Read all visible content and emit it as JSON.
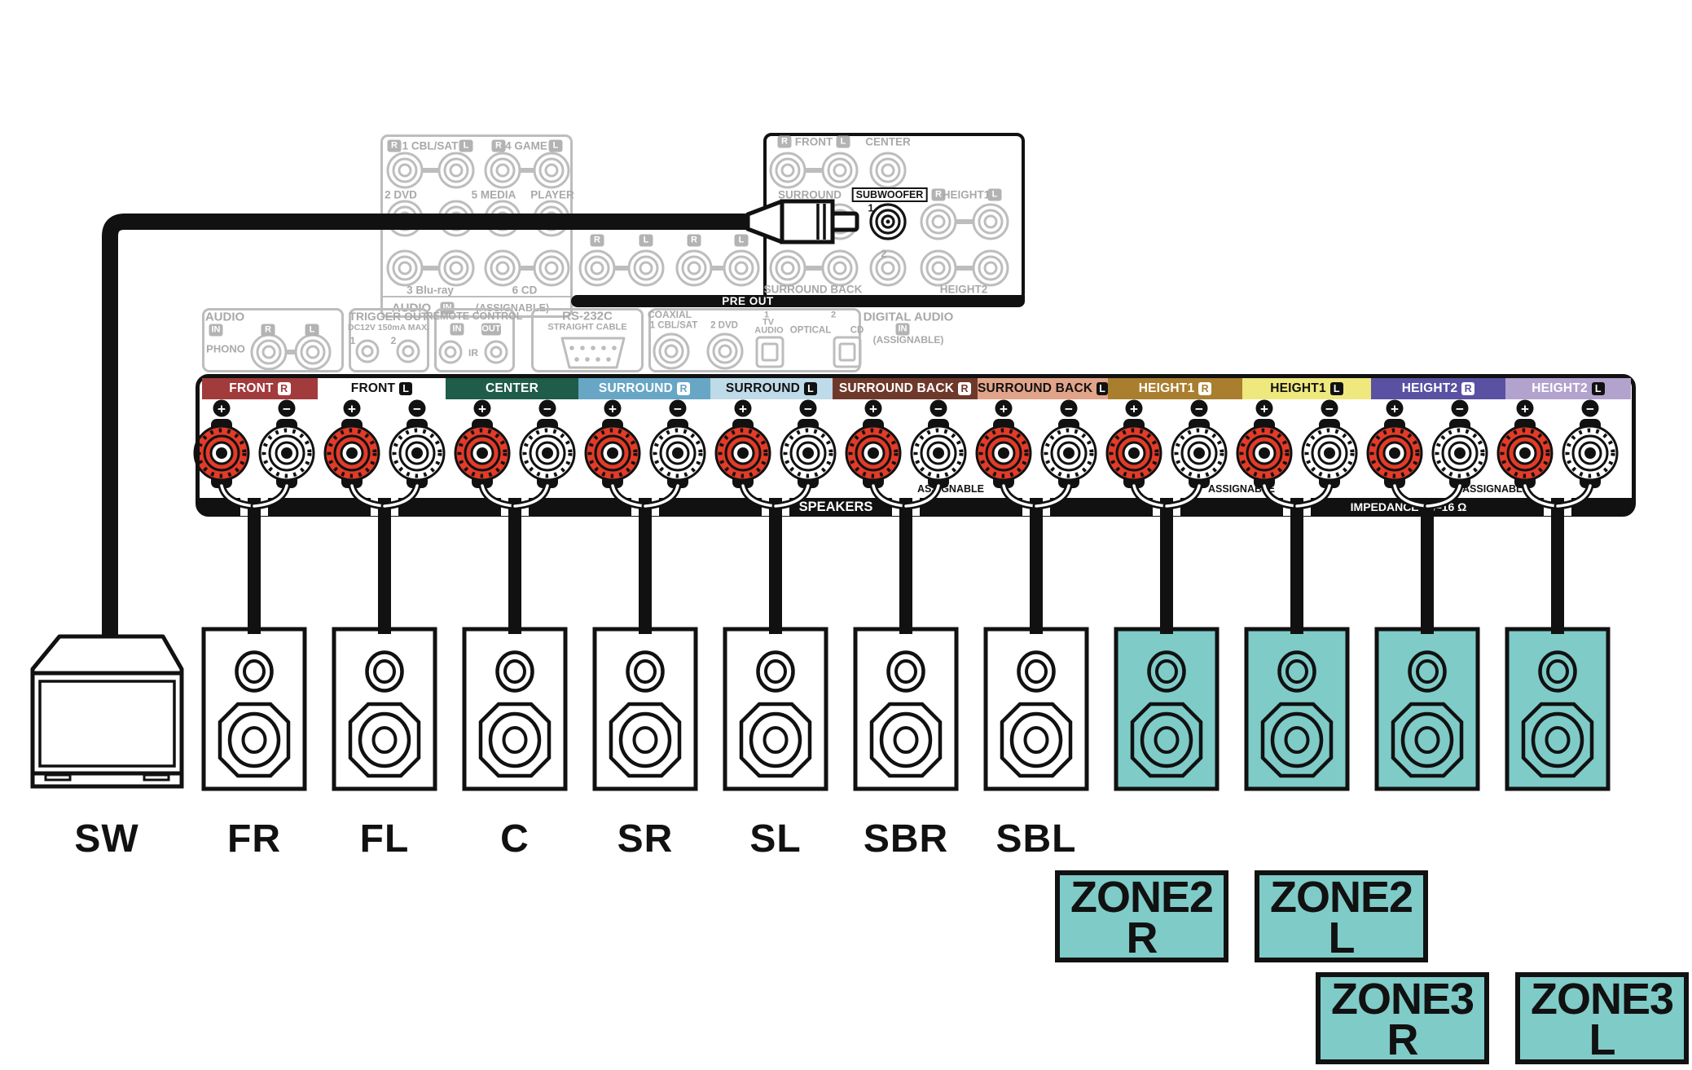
{
  "rear_panel": {
    "analog_inputs": {
      "r": "R",
      "l": "L",
      "input1": "1 CBL/SAT",
      "input4": "4 GAME",
      "input2": "2 DVD",
      "input5a": "5 MEDIA",
      "input5b": "PLAYER",
      "input3": "3 Blu-ray",
      "input6": "6 CD",
      "footer_label": "AUDIO",
      "footer_badge": "IN",
      "footer_note": "(ASSIGNABLE)"
    },
    "audio_out": {
      "r": "R",
      "l": "L"
    },
    "phono": {
      "title": "AUDIO",
      "badge_in": "IN",
      "r": "R",
      "l": "L",
      "label": "PHONO"
    },
    "trigger_out": {
      "title": "TRIGGER OUT",
      "spec": "DC12V 150mA MAX.",
      "jack1": "1",
      "jack2": "2"
    },
    "remote_control": {
      "title": "REMOTE CONTROL",
      "badge_in": "IN",
      "badge_out": "OUT",
      "ir": "IR"
    },
    "rs232c": {
      "title": "RS-232C",
      "subtitle": "STRAIGHT CABLE"
    },
    "digital_audio": {
      "coaxial": "COAXIAL",
      "cbl_sat": "1 CBL/SAT",
      "dvd": "2 DVD",
      "tv_num": "1",
      "tv": "TV",
      "tv_audio": "AUDIO",
      "optical": "OPTICAL",
      "cd_num": "2",
      "cd": "CD",
      "title": "DIGITAL AUDIO",
      "badge_in": "IN",
      "note": "(ASSIGNABLE)"
    },
    "pre_out": {
      "bar": "PRE OUT",
      "r": "R",
      "l": "L",
      "front": "FRONT",
      "center": "CENTER",
      "surround": "SURROUND",
      "subwoofer": "SUBWOOFER",
      "sub_1": "1",
      "sub_2": "2",
      "height1": "HEIGHT1",
      "surround_back": "SURROUND BACK",
      "height2": "HEIGHT2"
    }
  },
  "speaker_terminals": {
    "channels": [
      {
        "label": "FRONT",
        "badge": "R",
        "bg": "#A23B3C",
        "fg": "#FFFFFF",
        "badge_bg": "#FFFFFF",
        "badge_fg": "#A23B3C"
      },
      {
        "label": "FRONT",
        "badge": "L",
        "bg": "#FFFFFF",
        "fg": "#111111",
        "badge_bg": "#111111",
        "badge_fg": "#FFFFFF"
      },
      {
        "label": "CENTER",
        "badge": "",
        "bg": "#1F5C49",
        "fg": "#FFFFFF",
        "badge_bg": "",
        "badge_fg": ""
      },
      {
        "label": "SURROUND",
        "badge": "R",
        "bg": "#68A6C6",
        "fg": "#FFFFFF",
        "badge_bg": "#FFFFFF",
        "badge_fg": "#68A6C6"
      },
      {
        "label": "SURROUND",
        "badge": "L",
        "bg": "#BFDAE8",
        "fg": "#111111",
        "badge_bg": "#111111",
        "badge_fg": "#FFFFFF"
      },
      {
        "label": "SURROUND BACK",
        "badge": "R",
        "bg": "#6E392B",
        "fg": "#FFFFFF",
        "badge_bg": "#FFFFFF",
        "badge_fg": "#6E392B"
      },
      {
        "label": "SURROUND BACK",
        "badge": "L",
        "bg": "#E2A489",
        "fg": "#111111",
        "badge_bg": "#111111",
        "badge_fg": "#FFFFFF"
      },
      {
        "label": "HEIGHT1",
        "badge": "R",
        "bg": "#A97E2E",
        "fg": "#FFFFFF",
        "badge_bg": "#FFFFFF",
        "badge_fg": "#A97E2E"
      },
      {
        "label": "HEIGHT1",
        "badge": "L",
        "bg": "#EFE87D",
        "fg": "#111111",
        "badge_bg": "#111111",
        "badge_fg": "#FFFFFF"
      },
      {
        "label": "HEIGHT2",
        "badge": "R",
        "bg": "#5A51A3",
        "fg": "#FFFFFF",
        "badge_bg": "#FFFFFF",
        "badge_fg": "#5A51A3"
      },
      {
        "label": "HEIGHT2",
        "badge": "L",
        "bg": "#B2A2CE",
        "fg": "#FFFFFF",
        "badge_bg": "#111111",
        "badge_fg": "#FFFFFF"
      }
    ],
    "plus": "+",
    "minus": "−",
    "speakers_label": "SPEAKERS",
    "assignable_label": "ASSIGNABLE",
    "impedance_label": "IMPEDANCE : 4–16 Ω",
    "post_red_color": "#E23B28",
    "post_white_color": "#FFFFFF"
  },
  "speakers": {
    "subwoofer": "SW",
    "labels": [
      "FR",
      "FL",
      "C",
      "SR",
      "SL",
      "SBR",
      "SBL"
    ],
    "height_speaker_color": "#7FCBC8"
  },
  "zones": [
    {
      "name": "ZONE2",
      "channel": "R"
    },
    {
      "name": "ZONE2",
      "channel": "L"
    },
    {
      "name": "ZONE3",
      "channel": "R"
    },
    {
      "name": "ZONE3",
      "channel": "L"
    }
  ]
}
